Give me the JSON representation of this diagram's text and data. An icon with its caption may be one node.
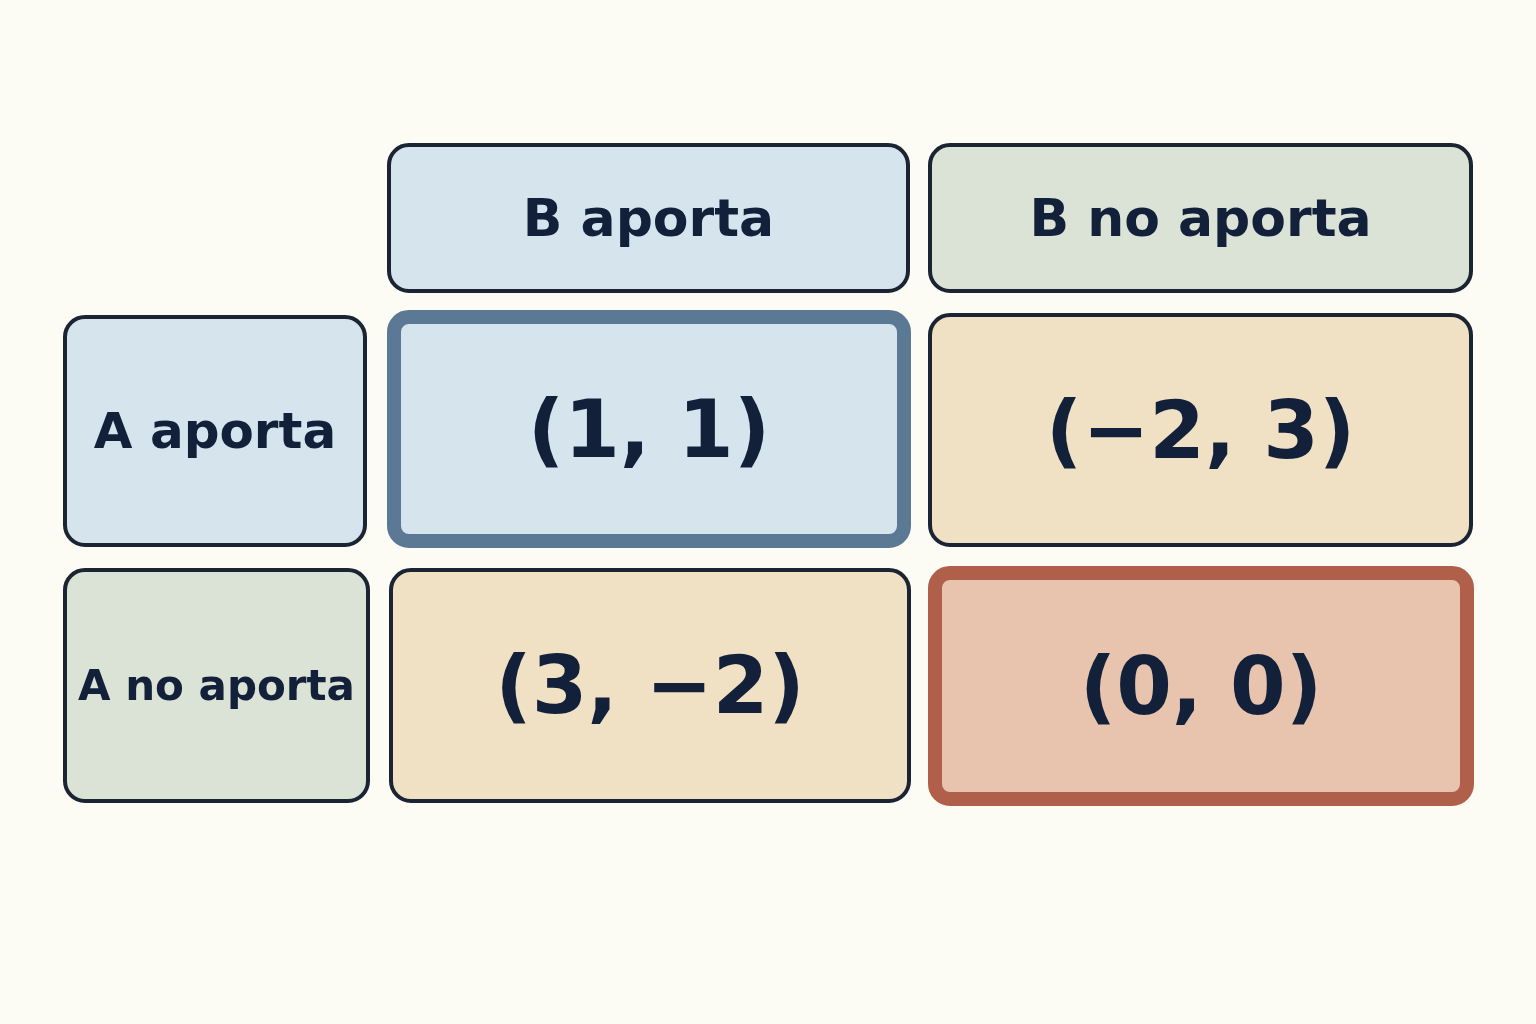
{
  "diagram": {
    "nodes": [
      {
        "text": [
          "B aporta"
        ]
      },
      {
        "text": [
          "B no aporta"
        ]
      },
      {
        "text": [
          "A aporta"
        ]
      },
      {
        "text": [
          "(1, 1)"
        ]
      },
      {
        "text": [
          "(−2, 3)"
        ]
      },
      {
        "text": [
          "A no aporta"
        ]
      },
      {
        "text": [
          "(3, −2)"
        ]
      },
      {
        "text": [
          "(0, 0)"
        ]
      }
    ]
  }
}
